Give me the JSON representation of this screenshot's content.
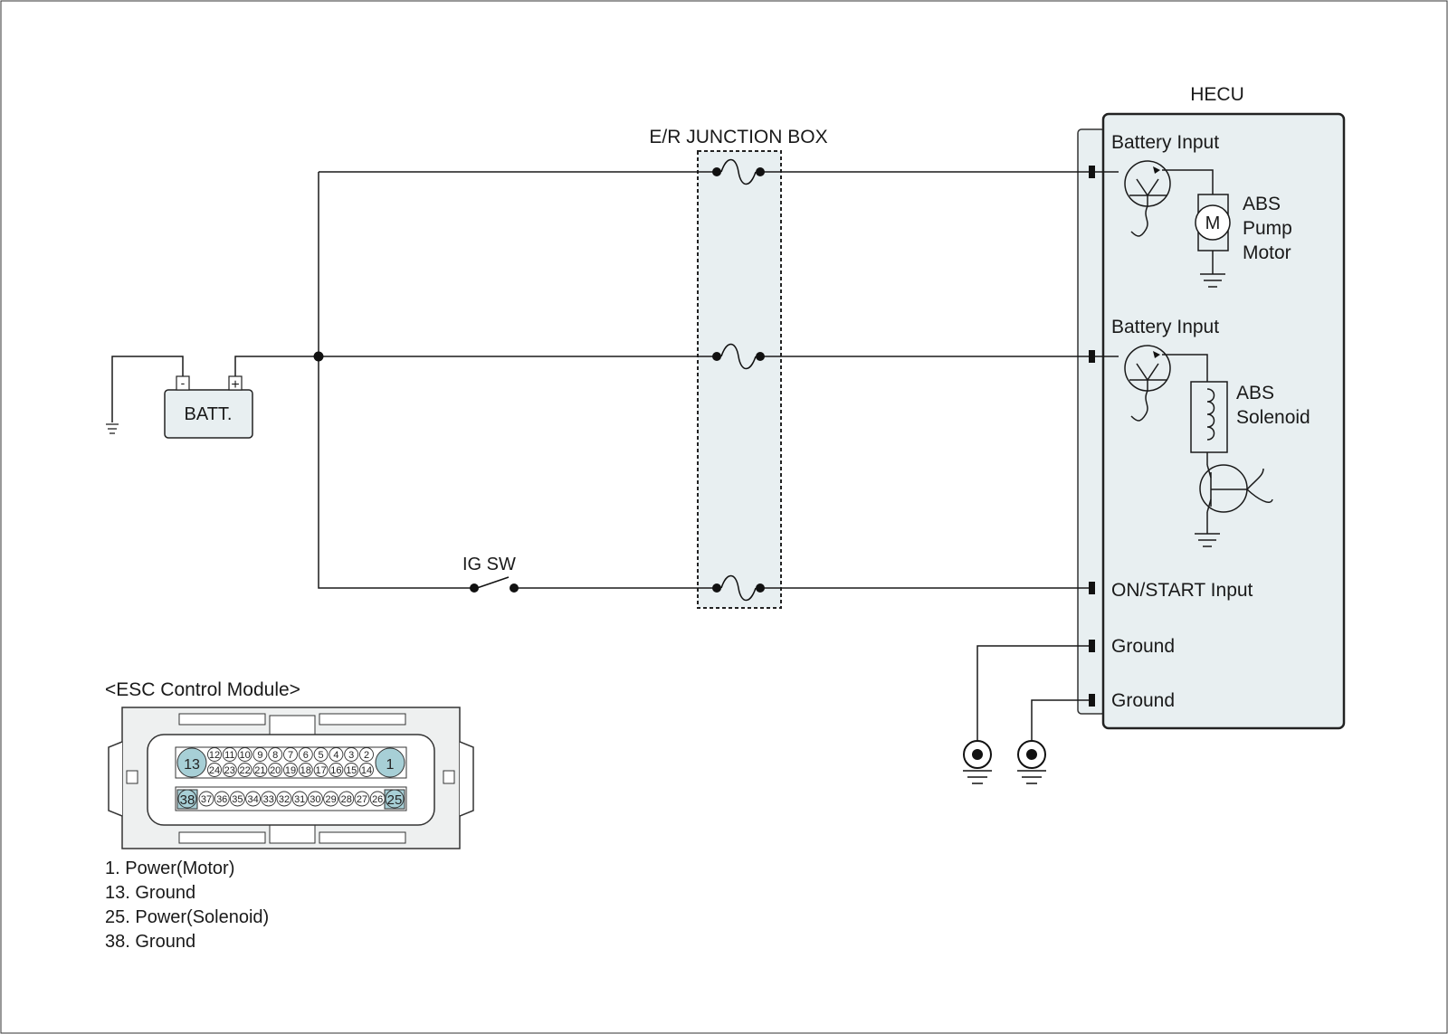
{
  "labels": {
    "hecu": "HECU",
    "junction_box": "E/R JUNCTION BOX",
    "battery": "BATT.",
    "battery_neg": "-",
    "battery_pos": "+",
    "ig_sw": "IG SW",
    "motor_symbol": "M",
    "connector_title": "<ESC Control Module>"
  },
  "hecu_pins": [
    "Battery Input",
    "Battery Input",
    "ON/START Input",
    "Ground",
    "Ground"
  ],
  "abs_pump_motor": [
    "ABS",
    "Pump",
    "Motor"
  ],
  "abs_solenoid": [
    "ABS",
    "Solenoid"
  ],
  "connector": {
    "row1": [
      "12",
      "11",
      "10",
      "9",
      "8",
      "7",
      "6",
      "5",
      "4",
      "3",
      "2"
    ],
    "row2": [
      "24",
      "23",
      "22",
      "21",
      "20",
      "19",
      "18",
      "17",
      "16",
      "15",
      "14"
    ],
    "row3": [
      "37",
      "36",
      "35",
      "34",
      "33",
      "32",
      "31",
      "30",
      "29",
      "28",
      "27",
      "26"
    ],
    "big_pins": [
      "13",
      "1",
      "38",
      "25"
    ]
  },
  "pin_legend": [
    "1. Power(Motor)",
    "13. Ground",
    "25. Power(Solenoid)",
    "38. Ground"
  ],
  "colors": {
    "box_fill": "#e8eff1",
    "highlight_pin": "#a7cfd6",
    "wire": "#1a1a1a"
  }
}
